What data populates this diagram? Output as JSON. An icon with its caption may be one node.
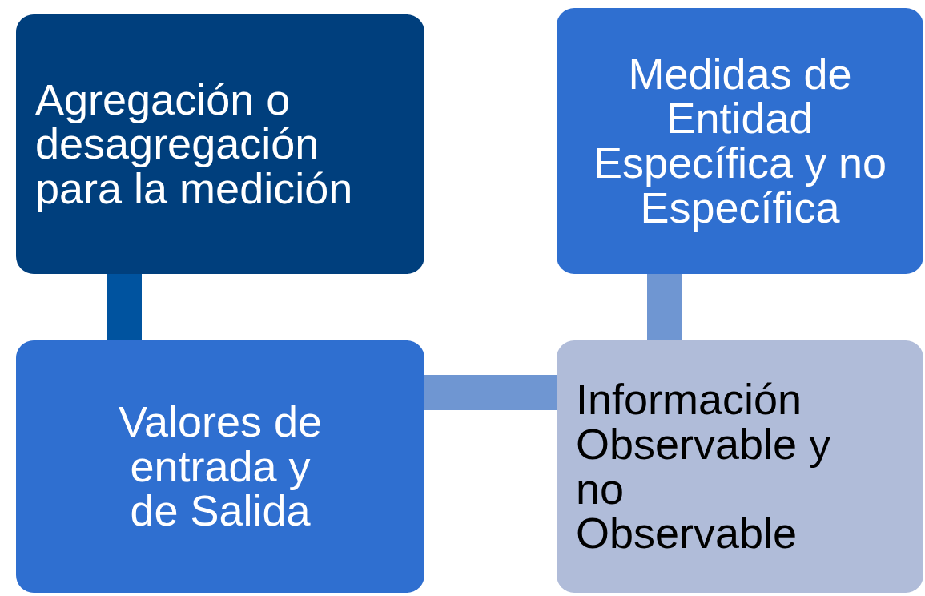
{
  "diagram": {
    "nodes": [
      {
        "text": [
          "Agregación o desagregación para la medición"
        ]
      },
      {
        "text": [
          "Medidas de Entidad Específica y no Específica"
        ]
      },
      {
        "text": [
          "Valores de entrada y de Salida"
        ]
      },
      {
        "text": [
          "Información Observable y no Observable"
        ]
      }
    ],
    "edges": [
      {
        "from": 0,
        "to": 2,
        "arrow": "none",
        "color": "#00539f"
      },
      {
        "from": 2,
        "to": 3,
        "arrow": "none"
      },
      {
        "from": 3,
        "to": 1,
        "arrow": "none"
      }
    ]
  }
}
